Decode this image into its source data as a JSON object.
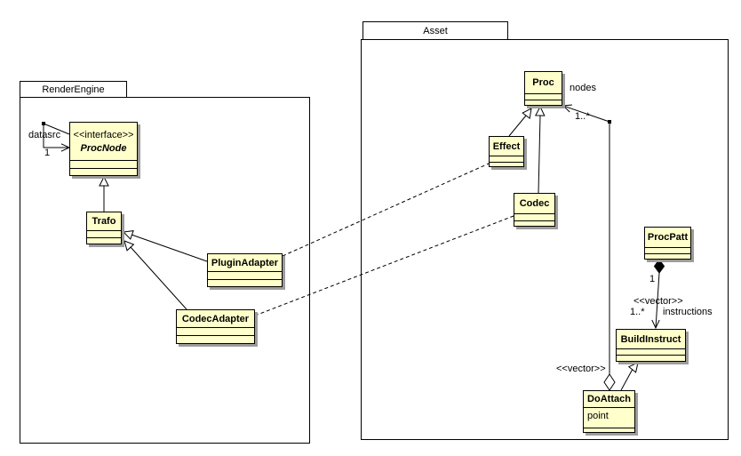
{
  "diagram": {
    "type": "uml-class-diagram",
    "background": "#ffffff",
    "class_fill": "#ffffcc",
    "shadow_color": "#9c9c9c",
    "line_color": "#000000"
  },
  "packages": [
    {
      "name": "RenderEngine"
    },
    {
      "name": "Asset"
    }
  ],
  "classes": {
    "procnode": {
      "stereotype": "<<interface>>",
      "name": "ProcNode",
      "package": "RenderEngine"
    },
    "trafo": {
      "name": "Trafo",
      "package": "RenderEngine"
    },
    "pluginadapter": {
      "name": "PluginAdapter",
      "package": "RenderEngine"
    },
    "codecadapter": {
      "name": "CodecAdapter",
      "package": "RenderEngine"
    },
    "proc": {
      "name": "Proc",
      "package": "Asset"
    },
    "effect": {
      "name": "Effect",
      "package": "Asset"
    },
    "codec": {
      "name": "Codec",
      "package": "Asset"
    },
    "procpatt": {
      "name": "ProcPatt",
      "package": "Asset"
    },
    "buildinstruct": {
      "name": "BuildInstruct",
      "package": "Asset"
    },
    "doattach": {
      "name": "DoAttach",
      "package": "Asset",
      "attributes": [
        "point"
      ]
    }
  },
  "relationships": [
    {
      "from": "ProcNode",
      "to": "ProcNode",
      "type": "association",
      "label": "datasrc",
      "multiplicity": "1"
    },
    {
      "from": "Trafo",
      "to": "ProcNode",
      "type": "generalization"
    },
    {
      "from": "PluginAdapter",
      "to": "Trafo",
      "type": "generalization"
    },
    {
      "from": "CodecAdapter",
      "to": "Trafo",
      "type": "generalization"
    },
    {
      "from": "Effect",
      "to": "Proc",
      "type": "generalization"
    },
    {
      "from": "Codec",
      "to": "Proc",
      "type": "generalization"
    },
    {
      "from": "PluginAdapter",
      "to": "Effect",
      "type": "dependency"
    },
    {
      "from": "CodecAdapter",
      "to": "Codec",
      "type": "dependency"
    },
    {
      "from": "DoAttach",
      "to": "Proc",
      "type": "aggregation",
      "stereotype": "<<vector>>",
      "label": "nodes",
      "multiplicity": "1..*"
    },
    {
      "from": "ProcPatt",
      "to": "BuildInstruct",
      "type": "composition",
      "stereotype": "<<vector>>",
      "label": "instructions",
      "multiplicity": "1..*",
      "source_multiplicity": "1"
    },
    {
      "from": "DoAttach",
      "to": "BuildInstruct",
      "type": "generalization"
    }
  ]
}
